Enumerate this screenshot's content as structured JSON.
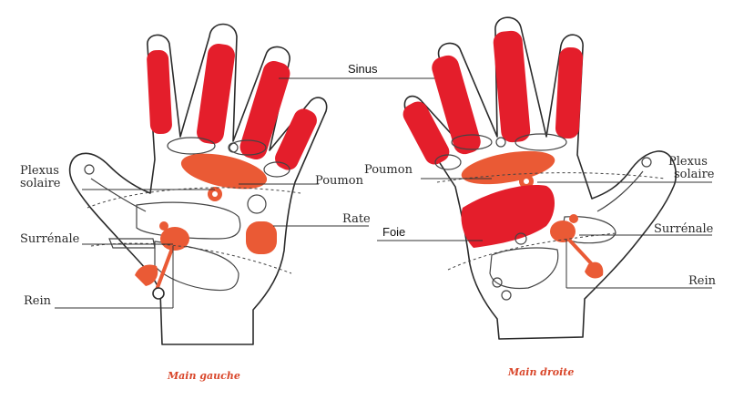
{
  "labels": {
    "sinus": "Sinus",
    "plexus_left": [
      "Plexus",
      "solaire"
    ],
    "poumon_left": "Poumon",
    "rate": "Rate",
    "surrenale_left": "Surrénale",
    "rein_left": "Rein",
    "poumon_right": "Poumon",
    "plexus_right": [
      "Plexus",
      "solaire"
    ],
    "foie": "Foie",
    "surrenale_right": "Surrénale",
    "rein_right": "Rein"
  },
  "captions": {
    "left": "Main gauche",
    "right": "Main droite"
  },
  "colors": {
    "zone_red": "#e41e2b",
    "zone_orange": "#ea5a35",
    "caption": "#d9472b"
  }
}
